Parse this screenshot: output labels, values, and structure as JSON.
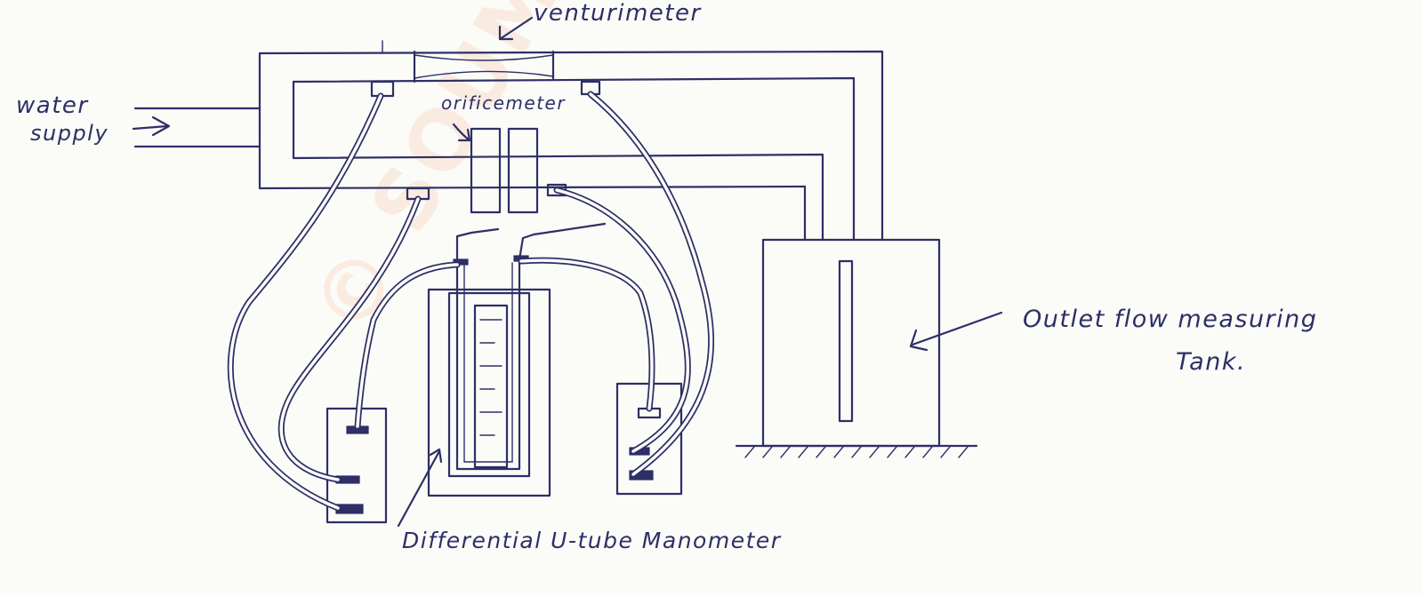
{
  "labels": {
    "water_supply_line1": "water",
    "water_supply_line2": "supply",
    "venturimeter": "venturimeter",
    "orificemeter": "orificemeter",
    "outlet_tank_line1": "Outlet flow measuring",
    "outlet_tank_line2": "Tank.",
    "manometer": "Differential U-tube Manometer"
  },
  "watermark": "© SOUMIK",
  "colors": {
    "ink": "#2d2f66",
    "paper": "#fbfbf8",
    "watermark": "#f58c50"
  }
}
